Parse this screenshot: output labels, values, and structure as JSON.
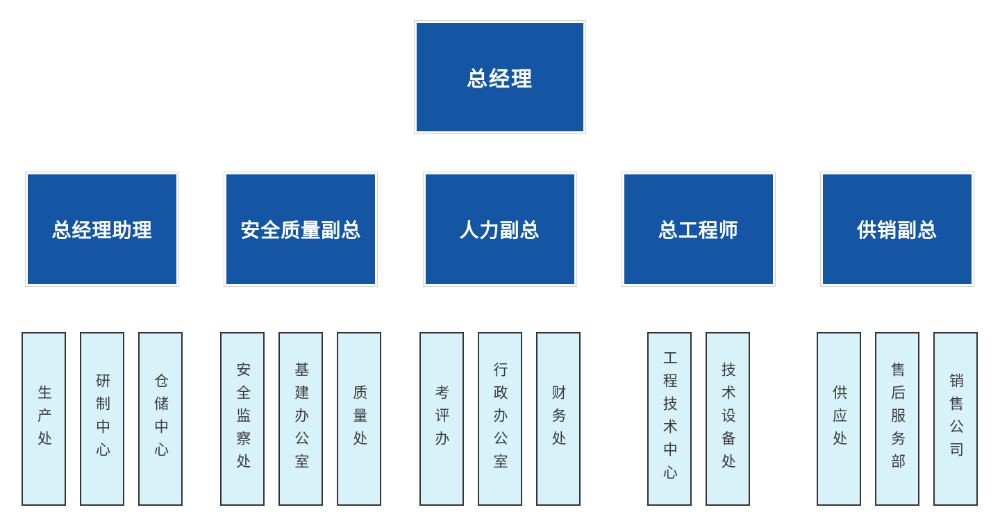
{
  "org_chart": {
    "root": {
      "label": "总经理"
    },
    "branches": [
      {
        "label": "总经理助理",
        "children": [
          "生产处",
          "研制中心",
          "仓储中心"
        ]
      },
      {
        "label": "安全质量副总",
        "children": [
          "安全监察处",
          "基建办公室",
          "质量处"
        ]
      },
      {
        "label": "人力副总",
        "children": [
          "考评办",
          "行政办公室",
          "财务处"
        ]
      },
      {
        "label": "总工程师",
        "children": [
          "工程技术中心",
          "技术设备处"
        ]
      },
      {
        "label": "供销副总",
        "children": [
          "供应处",
          "售后服务部",
          "销售公司"
        ]
      }
    ]
  },
  "colors": {
    "level_box_bg": "#1456a4",
    "level_box_text": "#ffffff",
    "level_box_outline": "#d0d0d0",
    "dept_box_bg": "#d8f2fa",
    "dept_box_border": "#333333",
    "dept_box_text": "#3b3b3b",
    "page_bg": "#ffffff"
  }
}
